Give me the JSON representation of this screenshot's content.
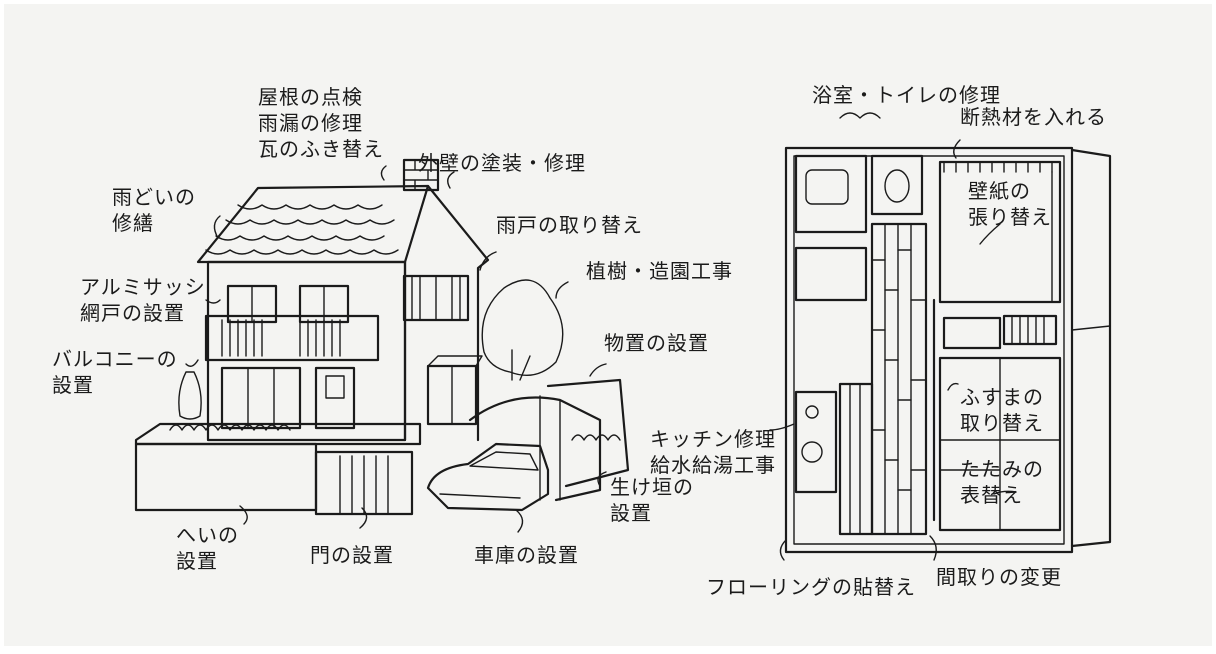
{
  "labels": {
    "roof_inspection": [
      "屋根の点検",
      "雨漏の修理",
      "瓦のふき替え"
    ],
    "exterior_wall": "外壁の塗装・修理",
    "rain_gutter": [
      "雨どいの",
      "修繕"
    ],
    "shutter_replace": "雨戸の取り替え",
    "planting": "植樹・造園工事",
    "aluminum_sash": [
      "アルミサッシ",
      "網戸の設置"
    ],
    "shed": "物置の設置",
    "balcony": [
      "バルコニーの",
      "設置"
    ],
    "hedge": [
      "生け垣の",
      "設置"
    ],
    "fence": [
      "へいの",
      "設置"
    ],
    "gate": "門の設置",
    "garage": "車庫の設置",
    "bath_toilet": "浴室・トイレの修理",
    "insulation": "断熱材を入れる",
    "wallpaper": [
      "壁紙の",
      "張り替え"
    ],
    "kitchen": [
      "キッチン修理",
      "給水給湯工事"
    ],
    "fusuma": [
      "ふすまの",
      "取り替え"
    ],
    "tatami": [
      "たたみの",
      "表替え"
    ],
    "flooring": "フローリングの貼替え",
    "layout_change": "間取りの変更"
  },
  "colors": {
    "ink": "#1b1b1b",
    "paper": "#f4f4f2"
  }
}
